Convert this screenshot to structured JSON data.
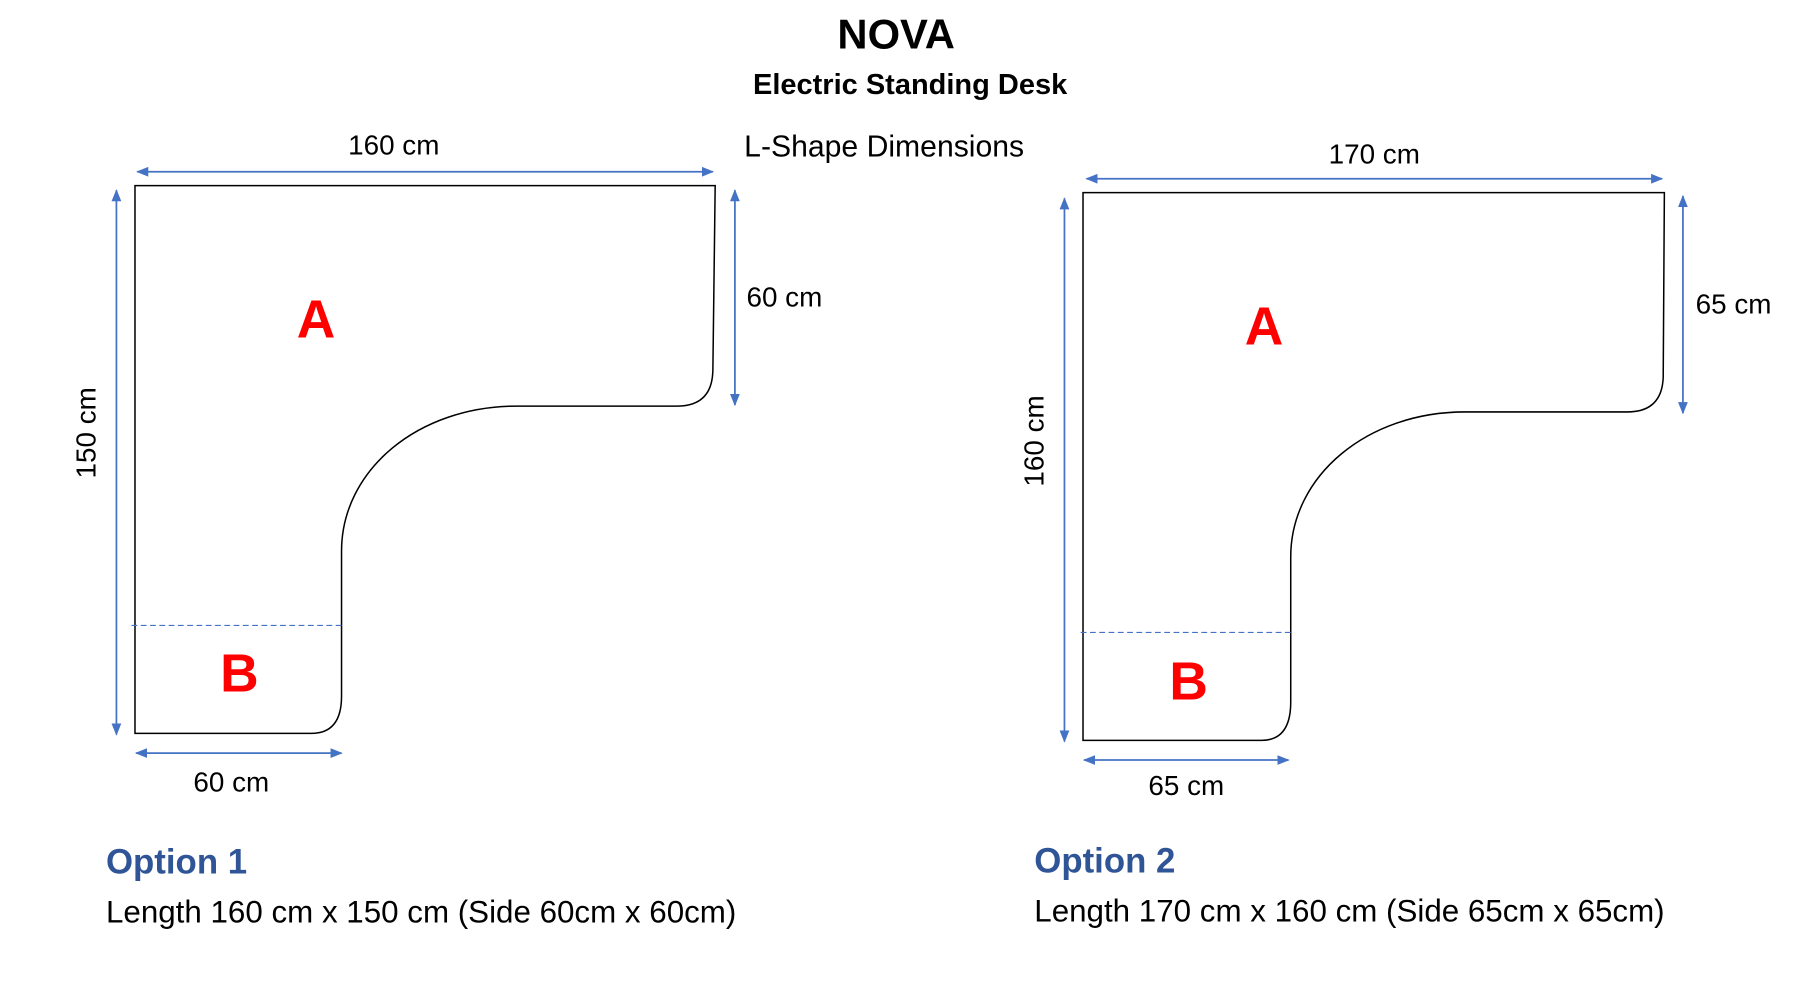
{
  "title": "NOVA",
  "subtitle": "Electric Standing Desk",
  "caption": "L-Shape Dimensions",
  "options": [
    {
      "heading": "Option 1",
      "description": "Length 160 cm x 150 cm (Side 60cm x 60cm)",
      "top_width": "160 cm",
      "right_depth": "60 cm",
      "left_length": "150 cm",
      "bottom_width": "60 cm",
      "label_a": "A",
      "label_b": "B"
    },
    {
      "heading": "Option 2",
      "description": "Length 170 cm x 160 cm (Side 65cm x 65cm)",
      "top_width": "170 cm",
      "right_depth": "65 cm",
      "left_length": "160 cm",
      "bottom_width": "65 cm",
      "label_a": "A",
      "label_b": "B"
    }
  ],
  "colors": {
    "arrow": "#4472c4",
    "section_label": "#ff0000",
    "option_heading": "#2f5597"
  }
}
